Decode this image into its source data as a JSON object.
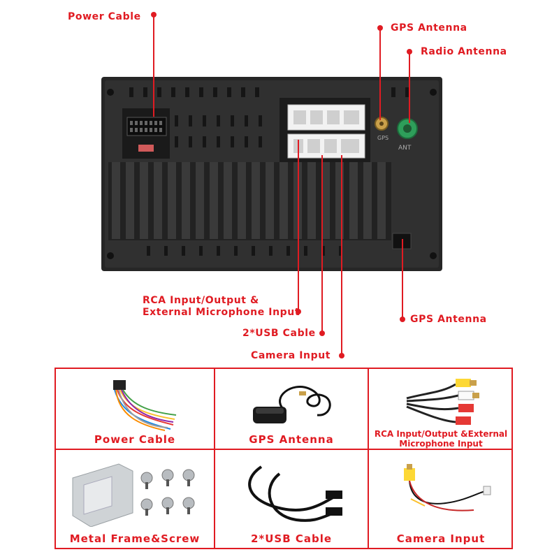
{
  "diagram": {
    "callouts": {
      "power_cable": "Power Cable",
      "gps_antenna_top": "GPS Antenna",
      "radio_antenna": "Radio Antenna",
      "rca_line1": "RCA Input/Output &",
      "rca_line2": "External Microphone Input",
      "usb_cable": "2*USB Cable",
      "camera_input": "Camera Input",
      "gps_antenna_side": "GPS Antenna"
    },
    "unit_markings": {
      "gps_port": "GPS",
      "ant_port": "ANT"
    }
  },
  "accessories": [
    {
      "label": "Power Cable",
      "icon": "power-cable-harness"
    },
    {
      "label": "GPS Antenna",
      "icon": "gps-antenna"
    },
    {
      "label": "RCA Input/Output &External",
      "label2": "Microphone Input",
      "icon": "rca-cable"
    },
    {
      "label": "Metal Frame&Screw",
      "icon": "metal-frame-screws"
    },
    {
      "label": "2*USB Cable",
      "icon": "usb-cables"
    },
    {
      "label": "Camera Input",
      "icon": "camera-cable"
    }
  ],
  "colors": {
    "accent": "#e01b22",
    "unit_body": "#2b2b2b",
    "connector": "#f2f2f2",
    "antenna_green": "#2e9e5a"
  }
}
